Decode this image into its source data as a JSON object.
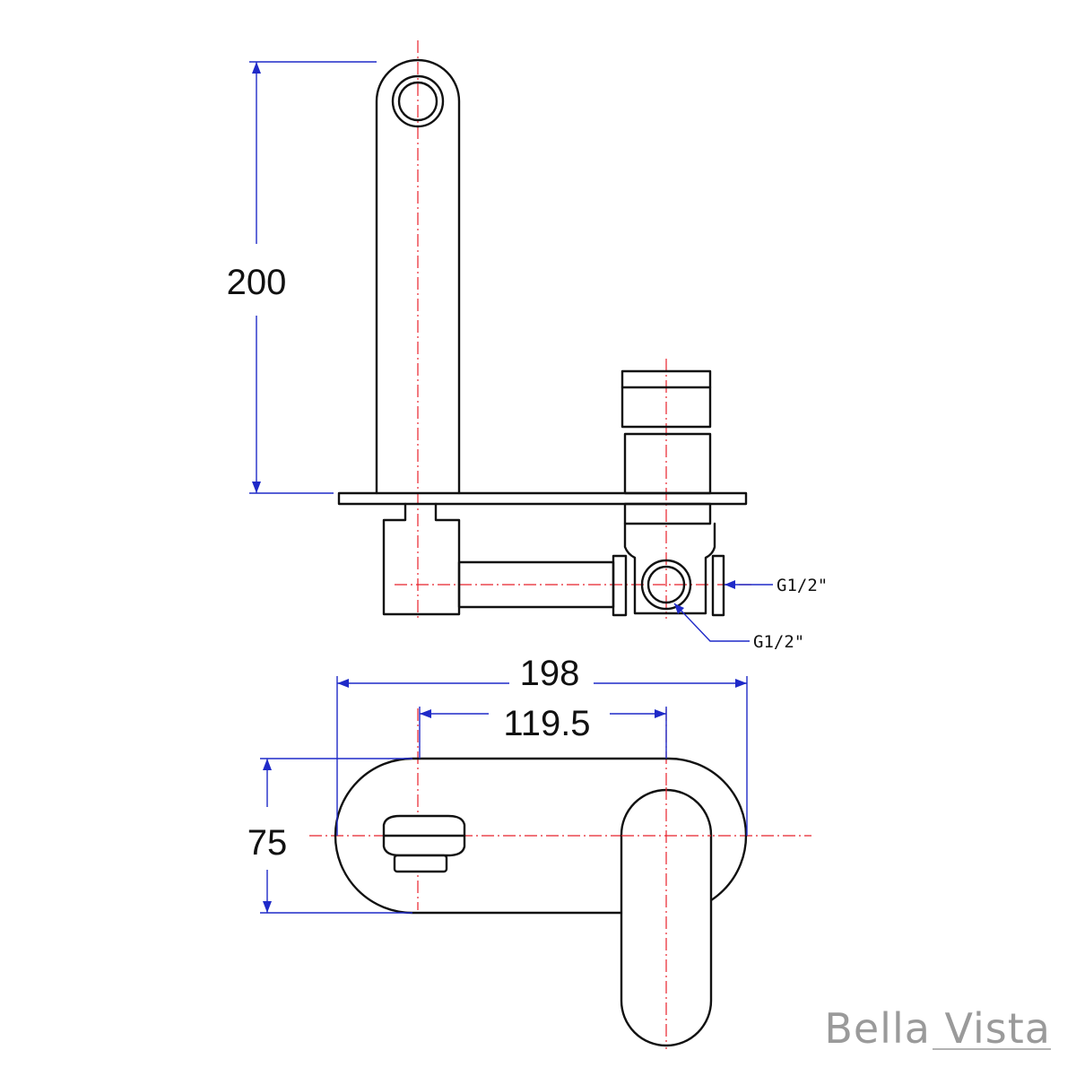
{
  "dimensions": {
    "height_spout": "200",
    "width_plate": "198",
    "spout_to_handle": "119.5",
    "height_plate": "75"
  },
  "callouts": {
    "inlet_side": "G1/2\"",
    "inlet_rear": "G1/2\""
  },
  "brand": {
    "name": "Bella Vista",
    "color": "#9a9a9a"
  },
  "colors": {
    "outline": "#111111",
    "centerline": "#e8212b",
    "dimension": "#1f2ac8"
  }
}
